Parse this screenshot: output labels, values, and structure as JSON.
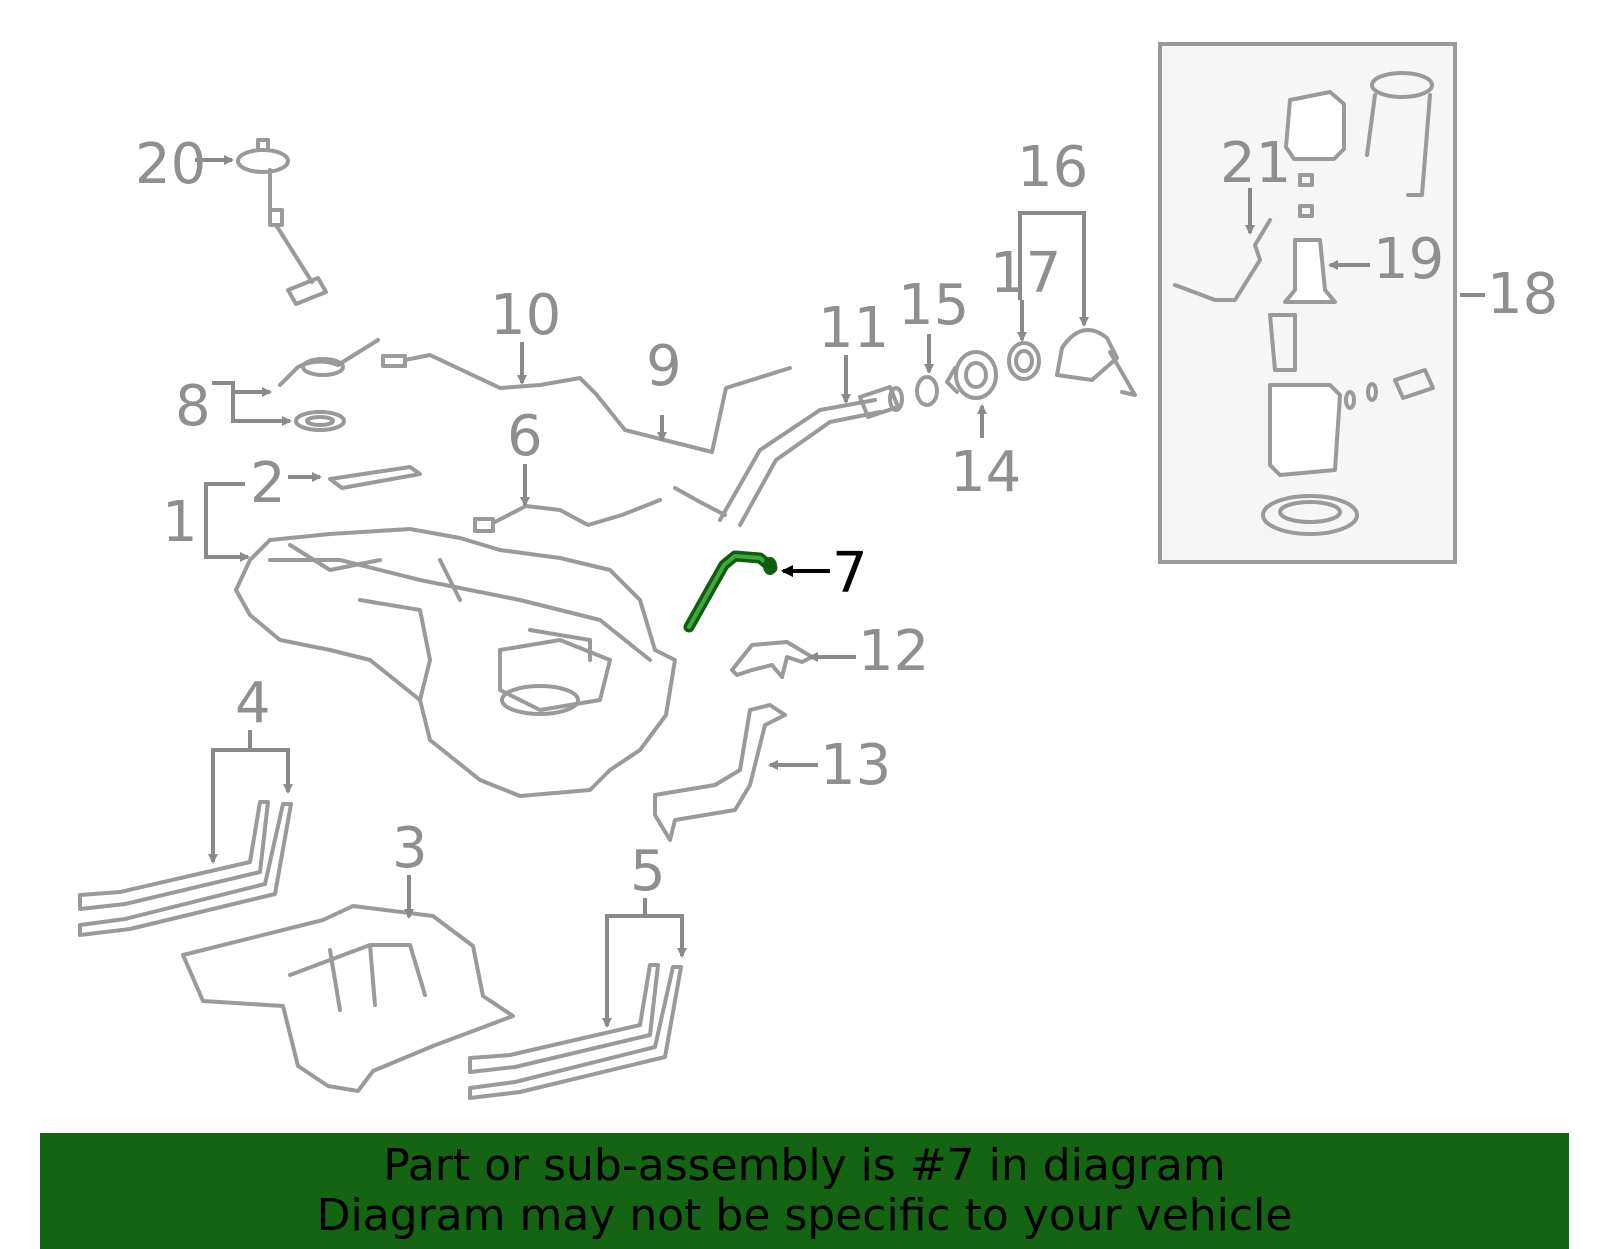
{
  "diagram": {
    "callouts": {
      "c1": "1",
      "c2": "2",
      "c3": "3",
      "c4": "4",
      "c5": "5",
      "c6": "6",
      "c7": "7",
      "c8": "8",
      "c9": "9",
      "c10": "10",
      "c11": "11",
      "c12": "12",
      "c13": "13",
      "c14": "14",
      "c15": "15",
      "c16": "16",
      "c17": "17",
      "c18": "18",
      "c19": "19",
      "c20": "20",
      "c21": "21"
    },
    "highlighted_part": "7",
    "colors": {
      "line_art": "#9a9a9a",
      "highlight": "#0f5e0f",
      "banner_bg": "#146414",
      "text_highlight": "#000000"
    }
  },
  "banner": {
    "line1": "Part or sub-assembly is #7 in diagram",
    "line2": "Diagram may not be specific to your vehicle"
  }
}
